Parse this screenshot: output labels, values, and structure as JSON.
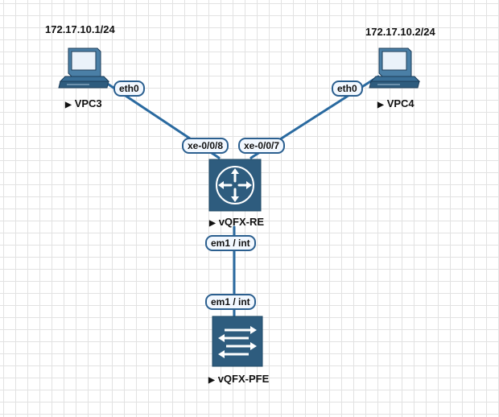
{
  "nodes": {
    "vpc3": {
      "label": "VPC3",
      "ip": "172.17.10.1/24",
      "icon": "pc-icon"
    },
    "vpc4": {
      "label": "VPC4",
      "ip": "172.17.10.2/24",
      "icon": "pc-icon"
    },
    "re": {
      "label": "vQFX-RE",
      "icon": "router-icon"
    },
    "pfe": {
      "label": "vQFX-PFE",
      "icon": "switch-icon"
    }
  },
  "ports": {
    "vpc3_eth0": "eth0",
    "vpc4_eth0": "eth0",
    "re_xe8": "xe-0/0/8",
    "re_xe7": "xe-0/0/7",
    "re_em1": "em1 / int",
    "pfe_em1": "em1 / int"
  },
  "run_indicator": "▶",
  "colors": {
    "link": "#2a6aa0",
    "device_fill": "#2e5c7e",
    "port_border": "#2b5f8f"
  }
}
